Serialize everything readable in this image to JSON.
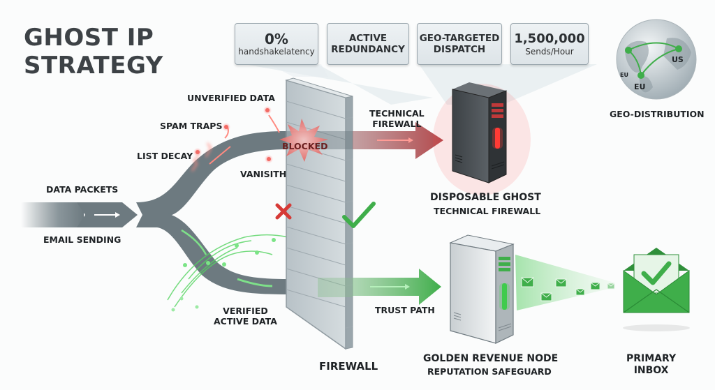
{
  "title": {
    "line1": "GHOST IP",
    "line2": "STRATEGY"
  },
  "callouts": [
    {
      "primary": "0%",
      "secondary": "handshakelatency"
    },
    {
      "primary": "ACTIVE",
      "secondary": "REDUNDANCY"
    },
    {
      "primary": "GEO-TARGETED",
      "secondary": "DISPATCH"
    },
    {
      "primary": "1,500,000",
      "secondary": "Sends/Hour"
    }
  ],
  "geo": {
    "label": "GEO-DISTRIBUTION",
    "nodes": [
      "EU",
      "US",
      "EU"
    ]
  },
  "input": {
    "top_label": "DATA PACKETS",
    "bottom_label": "EMAIL SENDING"
  },
  "bad_path": {
    "labels": [
      "UNVERIFIED DATA",
      "SPAM TRAPS",
      "LIST DECAY",
      "VANISITH"
    ],
    "blocked_label": "BLOCKED",
    "arrow_label_line1": "TECHNICAL",
    "arrow_label_line2": "FIREWALL",
    "server_title": "DISPOSABLE GHOST",
    "server_subtitle": "TECHNICAL FIREWALL"
  },
  "good_path": {
    "label_line1": "VERIFIED",
    "label_line2": "ACTIVE DATA",
    "arrow_label": "TRUST PATH",
    "server_title": "GOLDEN REVENUE NODE",
    "server_subtitle": "REPUTATION SAFEGUARD",
    "inbox_line1": "PRIMARY",
    "inbox_line2": "INBOX"
  },
  "firewall": {
    "label": "FIREWALL"
  },
  "colors": {
    "red": "#e0403c",
    "green": "#3fae4a",
    "gray_arrow": "#6d7a80",
    "text": "#1e2225"
  }
}
